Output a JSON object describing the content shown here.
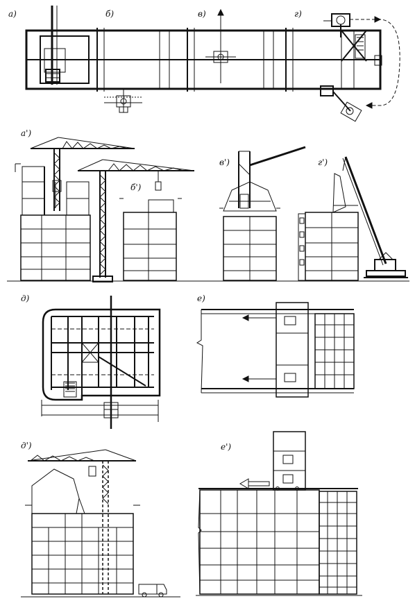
{
  "figure": {
    "labels": {
      "a": "а)",
      "b": "б)",
      "v": "в)",
      "g": "г)",
      "a_prime": "а')",
      "b_prime": "б')",
      "v_prime": "в')",
      "g_prime": "г')",
      "d": "д)",
      "e": "е)",
      "d_prime": "д')",
      "e_prime": "е')"
    },
    "colors": {
      "ink": "#111111",
      "paper": "#ffffff"
    }
  }
}
